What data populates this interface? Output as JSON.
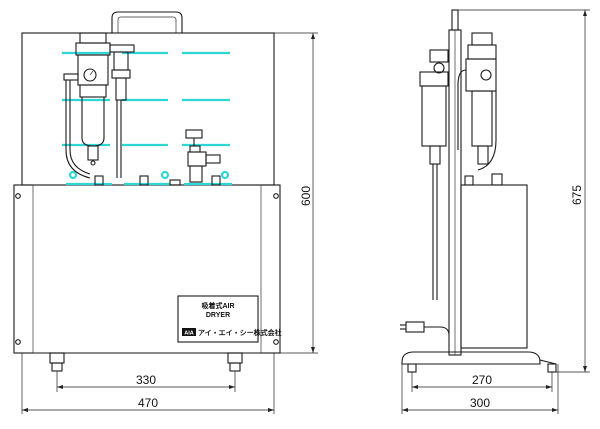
{
  "dimensions": {
    "front_width": "470",
    "front_inner_width": "330",
    "front_height": "600",
    "side_width": "300",
    "side_base_width": "270",
    "side_height": "675"
  },
  "nameplate": {
    "line1": "吸着式AIR",
    "line2": "DRYER",
    "brand_mark": "AIA",
    "company": "アイ・エイ・シー株式会社"
  },
  "colors": {
    "line": "#1a1a1a",
    "highlight": "#2fd6d6"
  }
}
